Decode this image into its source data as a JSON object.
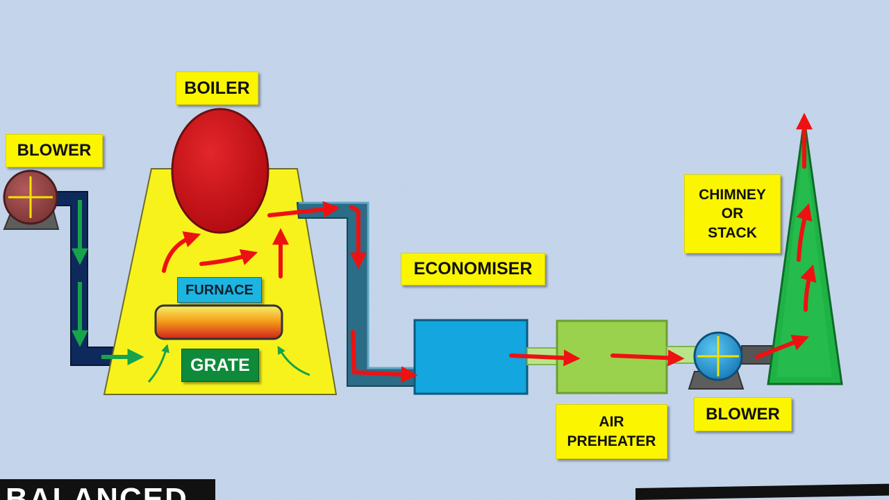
{
  "labels": {
    "boiler": "BOILER",
    "blower_left": "BLOWER",
    "furnace": "FURNACE",
    "grate": "GRATE",
    "economiser": "ECONOMISER",
    "chimney": "CHIMNEY\nOR\nSTACK",
    "air_preheater": "AIR\nPREHEATER",
    "blower_right": "BLOWER",
    "bottom_banner": "BALANCED"
  },
  "colors": {
    "label_fill": "#fbf500",
    "boiler_fill": "#d01016",
    "enclosure_fill": "#f7f21c",
    "duct_fill": "#2b6c86",
    "inlet_duct_fill": "#0e2a5c",
    "economiser_fill": "#14a6de",
    "preheater_fill": "#9ad24e",
    "chimney_fill": "#1fb245",
    "flue_arrow": "#ee1111",
    "air_arrow": "#16a34a",
    "grate_label_fill": "#0e8a3a",
    "furnace_label_fill": "#1cb5e0"
  }
}
